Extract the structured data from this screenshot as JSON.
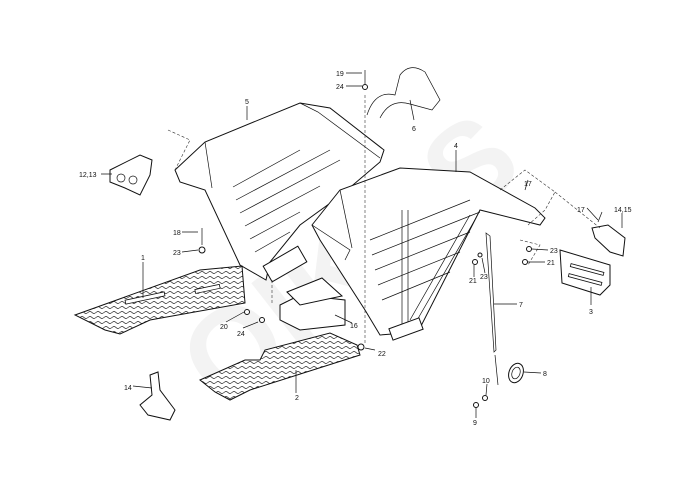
{
  "watermark": "OIKOS",
  "callouts": {
    "c19": "19",
    "c24a": "24",
    "c6": "6",
    "c5": "5",
    "c4": "4",
    "c12_13": "12,13",
    "c18": "18",
    "c23a": "23",
    "c1": "1",
    "c20": "20",
    "c24b": "24",
    "c16": "16",
    "c22": "22",
    "c2": "2",
    "c14": "14",
    "c17a": "17",
    "c17b": "17",
    "c14_15": "14,15",
    "c23b": "23",
    "c21a": "21",
    "c21b": "21",
    "c23c": "23",
    "c7": "7",
    "c3": "3",
    "c8": "8",
    "c10": "10",
    "c9": "9"
  }
}
